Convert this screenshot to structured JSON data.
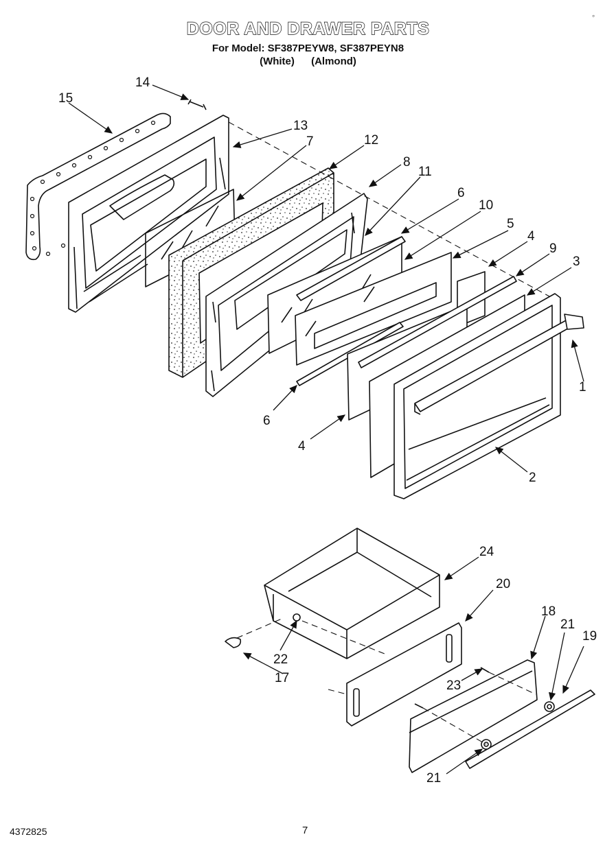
{
  "header": {
    "title": "DOOR AND DRAWER PARTS",
    "model_line": "For Model: SF387PEYW8, SF387PEYN8",
    "variant_white": "(White)",
    "variant_almond": "(Almond)"
  },
  "footer": {
    "doc_id": "4372825",
    "page_number": "7"
  },
  "corner_mark": "◦",
  "callouts": {
    "c1": "1",
    "c2": "2",
    "c3": "3",
    "c4a": "4",
    "c4b": "4",
    "c5": "5",
    "c6a": "6",
    "c6b": "6",
    "c7": "7",
    "c8": "8",
    "c9": "9",
    "c10": "10",
    "c11": "11",
    "c12": "12",
    "c13": "13",
    "c14": "14",
    "c15": "15",
    "c17": "17",
    "c18": "18",
    "c19": "19",
    "c20": "20",
    "c21a": "21",
    "c21b": "21",
    "c22": "22",
    "c23": "23",
    "c24": "24"
  }
}
